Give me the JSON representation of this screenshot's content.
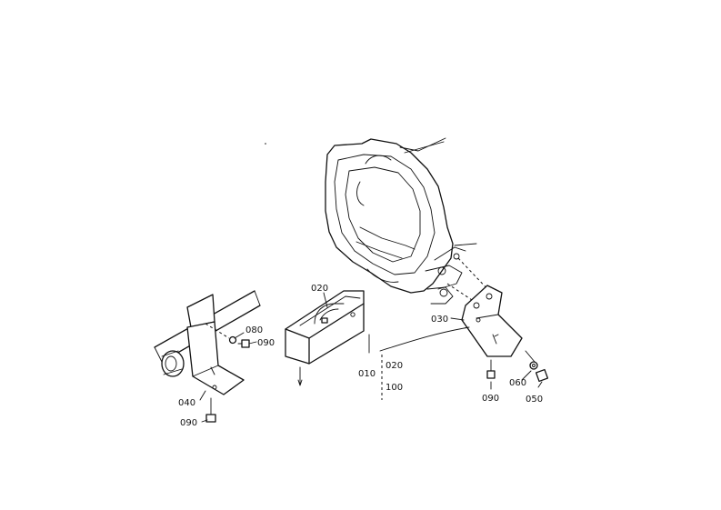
{
  "callouts": {
    "c010": "010",
    "c020_box": "020",
    "c020_group": "020",
    "c030": "030",
    "c040": "040",
    "c050": "050",
    "c060": "060",
    "c080": "080",
    "c090_left": "090",
    "c090_bottom": "090",
    "c090_right": "090",
    "c100": "100"
  }
}
